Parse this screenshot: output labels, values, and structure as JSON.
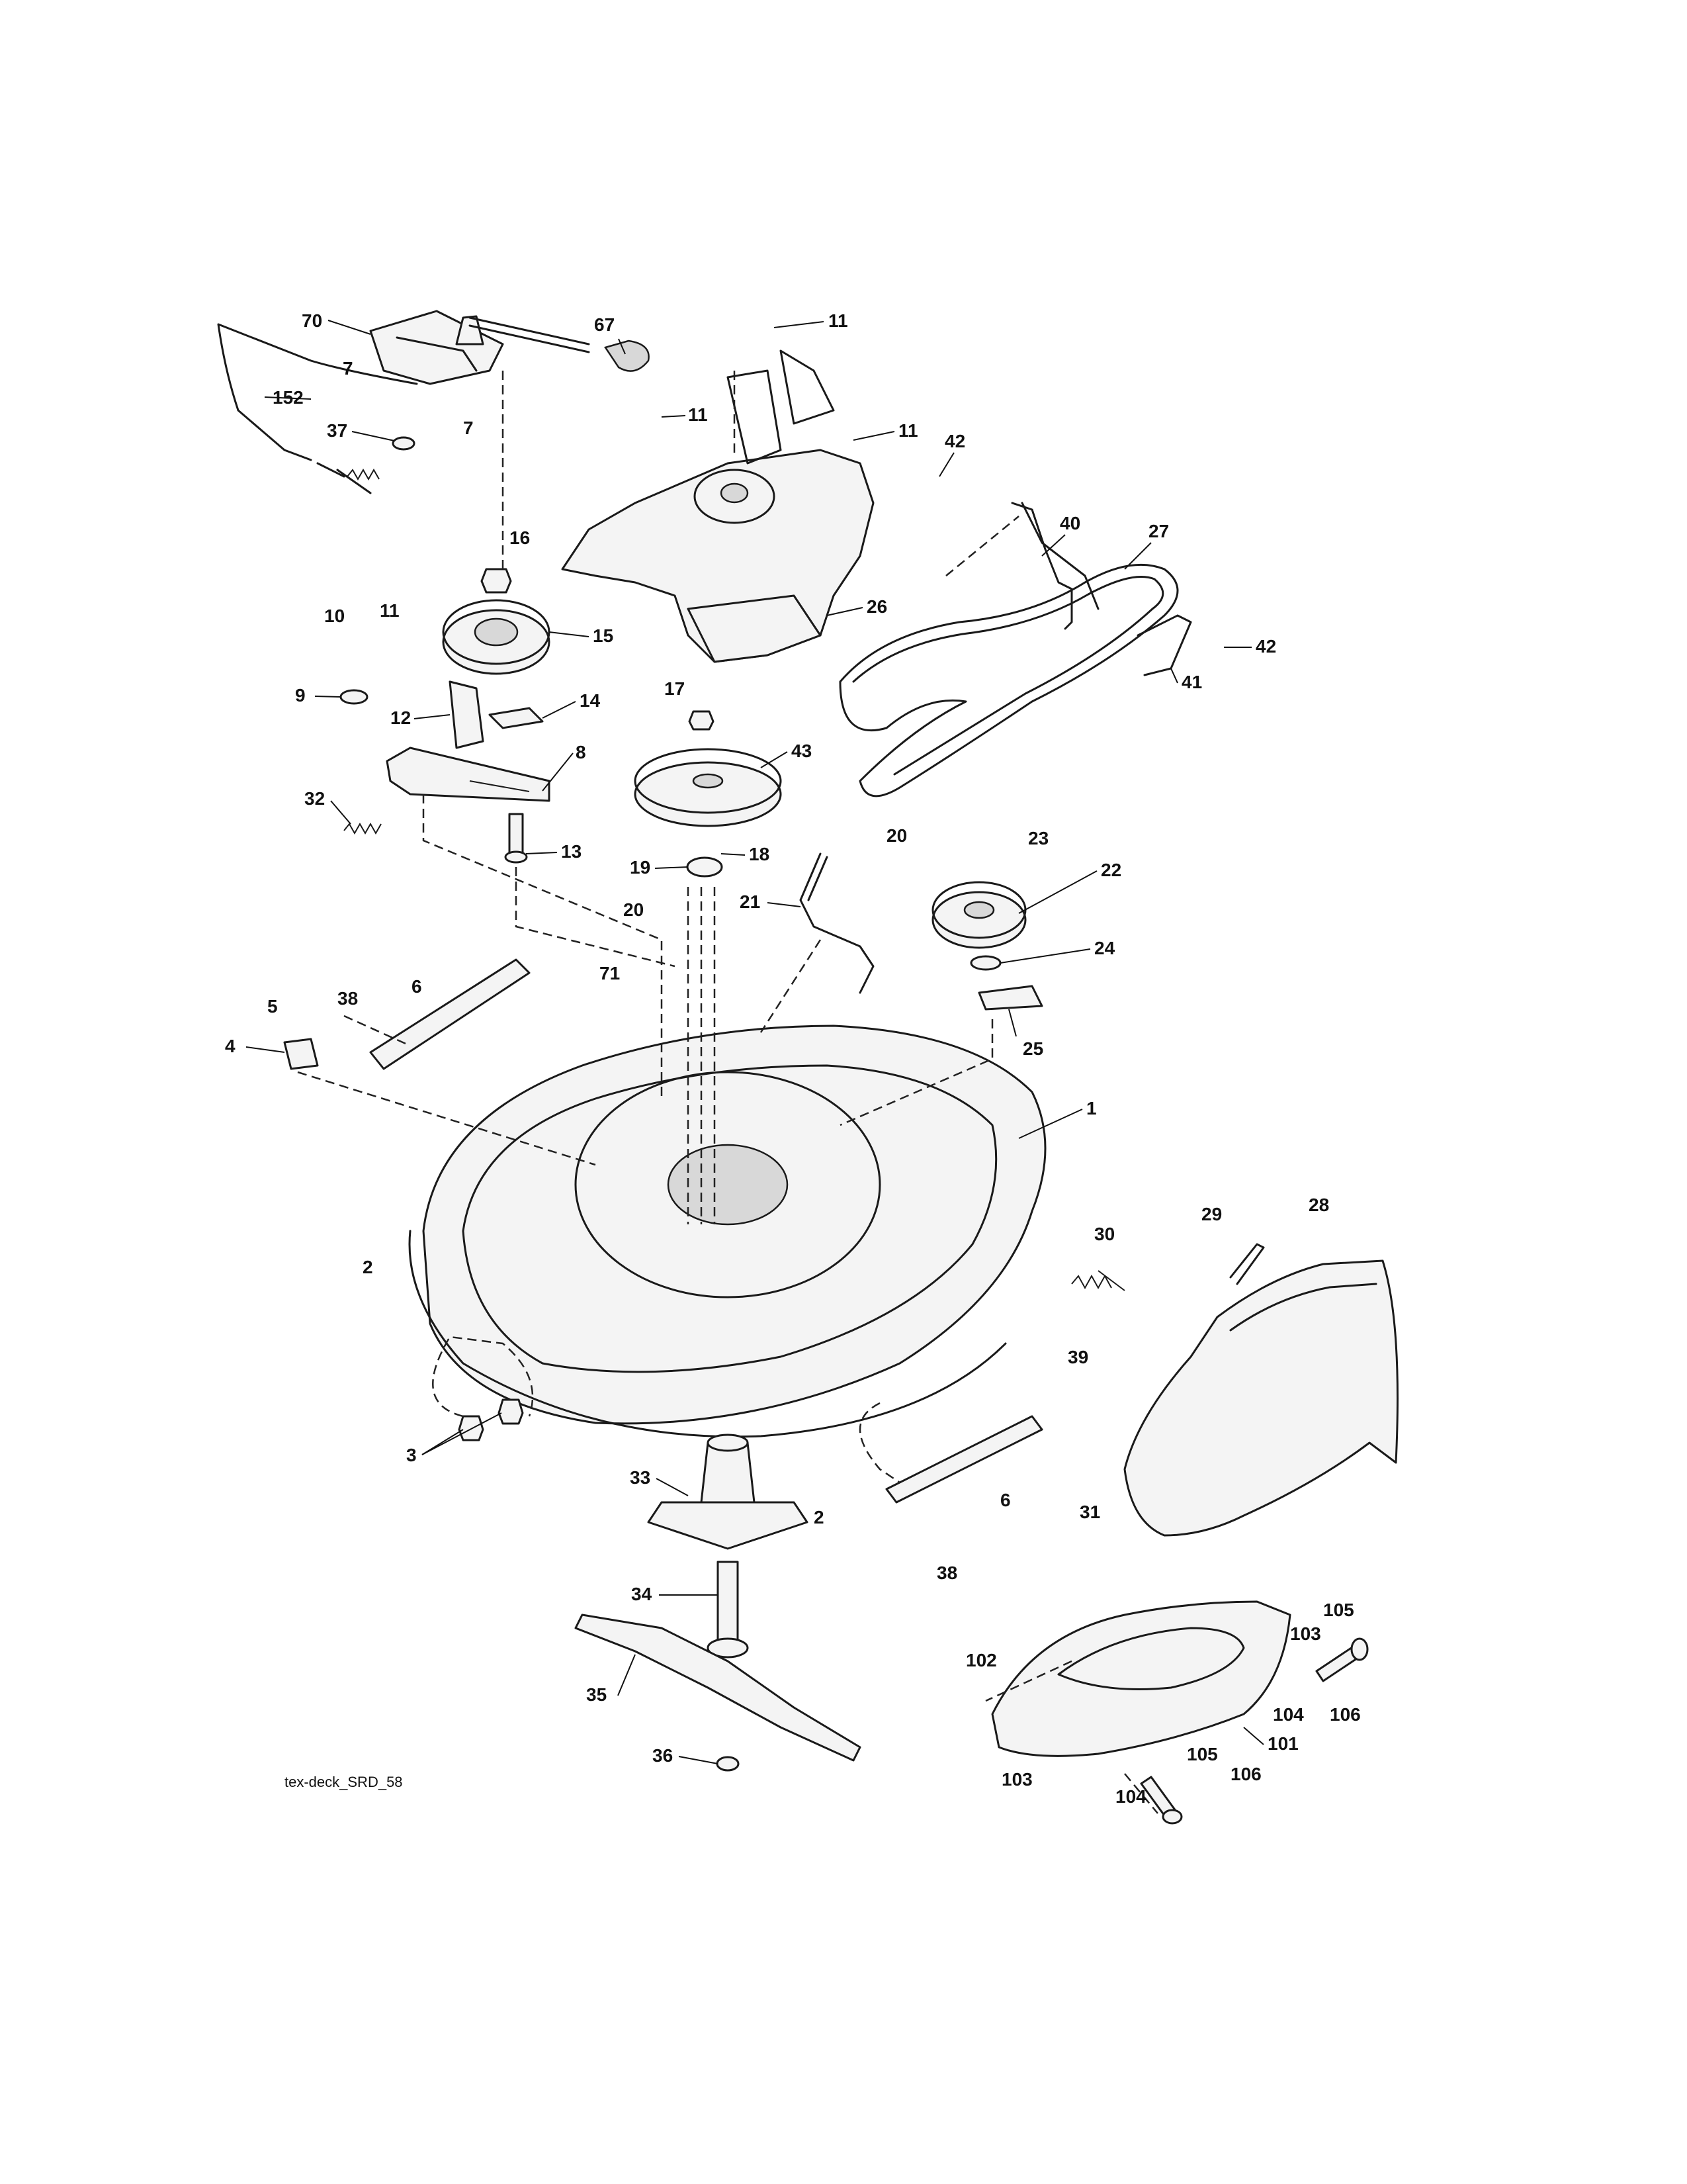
{
  "diagram": {
    "caption": "tex-deck_SRD_58",
    "callouts": {
      "c70": "70",
      "c67": "67",
      "c11a": "11",
      "c7a": "7",
      "c152": "152",
      "c37": "37",
      "c7b": "7",
      "c11b": "11",
      "c11c": "11",
      "c42a": "42",
      "c40": "40",
      "c27": "27",
      "c16": "16",
      "c26": "26",
      "c10": "10",
      "c11d": "11",
      "c15": "15",
      "c42b": "42",
      "c41": "41",
      "c9": "9",
      "c17": "17",
      "c14": "14",
      "c12": "12",
      "c8": "8",
      "c43": "43",
      "c32": "32",
      "c13": "13",
      "c18": "18",
      "c19": "19",
      "c20a": "20",
      "c23": "23",
      "c22": "22",
      "c21": "21",
      "c20b": "20",
      "c24": "24",
      "c71": "71",
      "c5": "5",
      "c38a": "38",
      "c6a": "6",
      "c25": "25",
      "c4": "4",
      "c1": "1",
      "c2a": "2",
      "c30": "30",
      "c29": "29",
      "c28": "28",
      "c39": "39",
      "c3": "3",
      "c33": "33",
      "c2b": "2",
      "c6b": "6",
      "c31": "31",
      "c38b": "38",
      "c34": "34",
      "c105a": "105",
      "c102": "102",
      "c103a": "103",
      "c35": "35",
      "c104a": "104",
      "c106a": "106",
      "c101": "101",
      "c36": "36",
      "c105b": "105",
      "c103b": "103",
      "c106b": "106",
      "c104b": "104"
    }
  }
}
